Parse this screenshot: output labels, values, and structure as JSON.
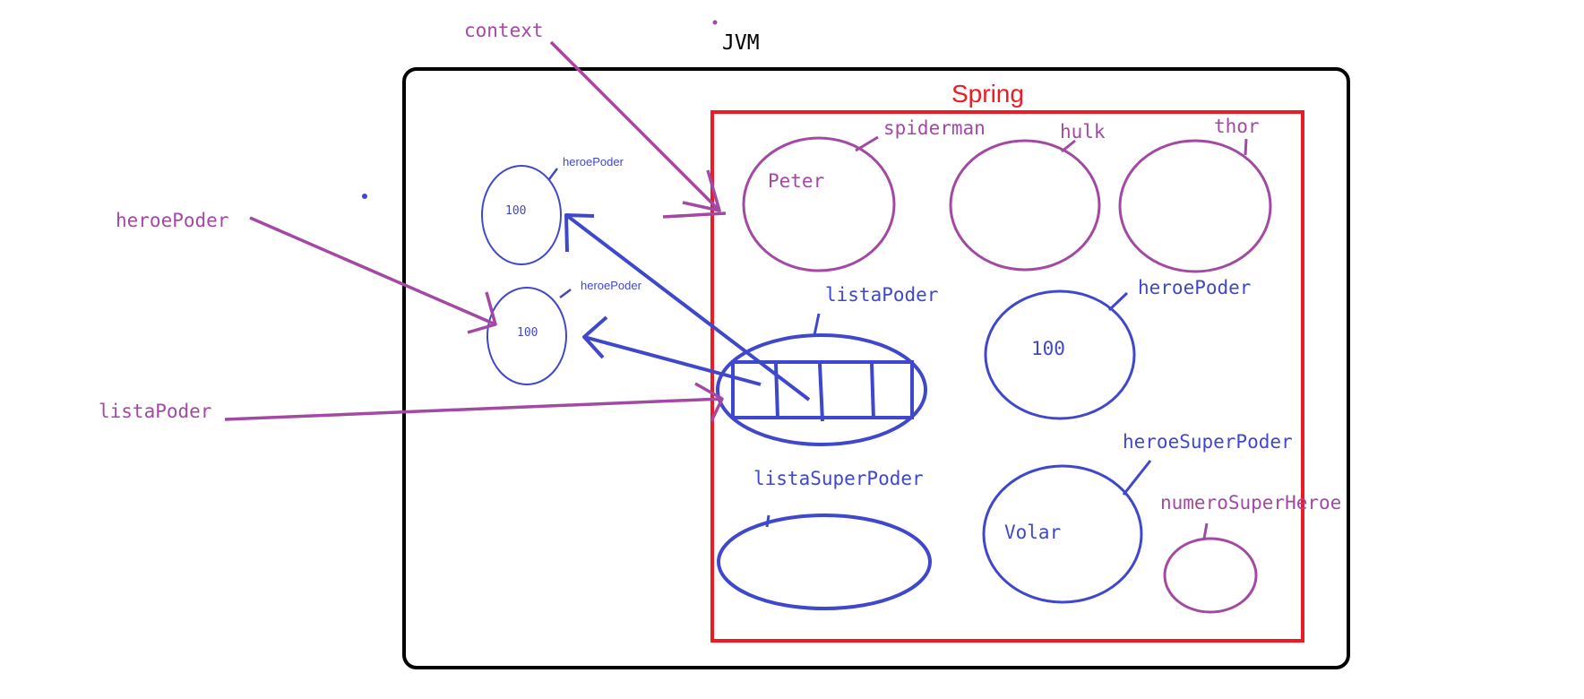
{
  "colors": {
    "jvm": "#000000",
    "spring": "#ed1c24",
    "purple": "#a349a4",
    "blue": "#3f48cc"
  },
  "jvm": {
    "label": "JVM"
  },
  "spring": {
    "label": "Spring"
  },
  "external_labels": {
    "context": "context",
    "heroe_poder": "heroePoder",
    "lista_poder": "listaPoder"
  },
  "jvm_objects": [
    {
      "label": "heroePoder",
      "value": "100"
    },
    {
      "label": "heroePoder",
      "value": "100"
    }
  ],
  "beans": {
    "spiderman": {
      "label": "spiderman",
      "value": "Peter"
    },
    "hulk": {
      "label": "hulk"
    },
    "thor": {
      "label": "thor"
    },
    "lista_poder": {
      "label": "listaPoder"
    },
    "heroe_poder": {
      "label": "heroePoder",
      "value": "100"
    },
    "lista_super_poder": {
      "label": "listaSuperPoder"
    },
    "heroe_super_poder": {
      "label": "heroeSuperPoder",
      "value": "Volar"
    },
    "numero_super_heroe": {
      "label": "numeroSuperHeroe"
    }
  }
}
